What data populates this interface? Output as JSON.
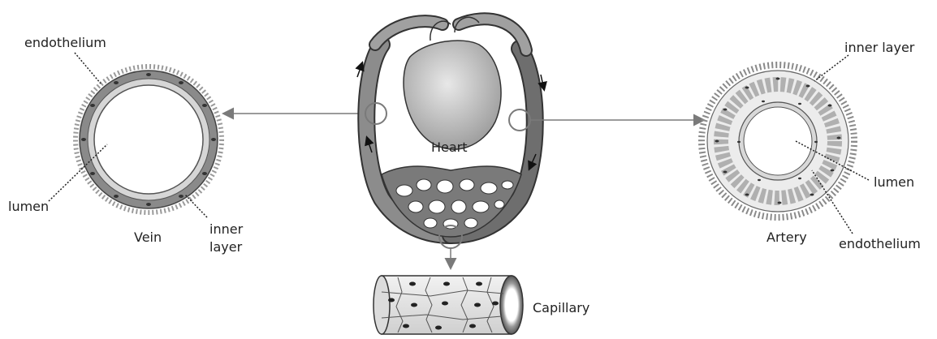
{
  "labels": {
    "heart": "Heart",
    "capillary": "Capillary",
    "vein": {
      "title": "Vein",
      "endothelium": "endothelium",
      "lumen": "lumen",
      "inner_layer_line1": "inner",
      "inner_layer_line2": "layer"
    },
    "artery": {
      "title": "Artery",
      "inner_layer": "inner layer",
      "lumen": "lumen",
      "endothelium": "endothelium"
    }
  },
  "colors": {
    "vessel_gray": "#7d7d7d",
    "vessel_outline": "#333333",
    "heart_fill": "#c9c9c9",
    "arrow": "#7a7a7a",
    "text": "#222222"
  }
}
